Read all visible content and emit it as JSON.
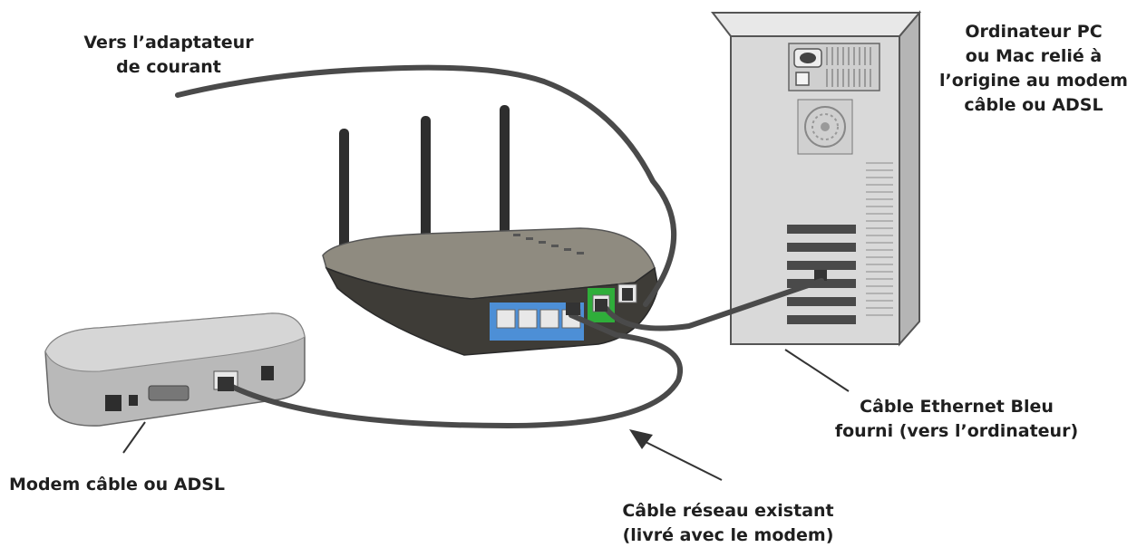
{
  "labels": {
    "power_adapter": {
      "line1": "Vers l’adaptateur",
      "line2": "de courant"
    },
    "computer": {
      "line1": "Ordinateur PC",
      "line2": "ou Mac relié à",
      "line3": "l’origine au modem",
      "line4": "câble ou ADSL"
    },
    "ethernet_cable": {
      "line1": "Câble Ethernet Bleu",
      "line2": "fourni (vers l’ordinateur)"
    },
    "modem": {
      "line1": "Modem câble ou ADSL"
    },
    "network_cable": {
      "line1": "Câble réseau existant",
      "line2": "(livré avec le modem)"
    }
  },
  "colors": {
    "text": "#1f1f1f",
    "cable": "#4a4a4a",
    "router_body": "#8f8b80",
    "router_base": "#3e3c37",
    "lan_ports_highlight": "#4d8fd6",
    "wan_port_highlight": "#2fae3a",
    "computer_case": "#d9d9d9",
    "modem_body": "#b9b9b9"
  }
}
